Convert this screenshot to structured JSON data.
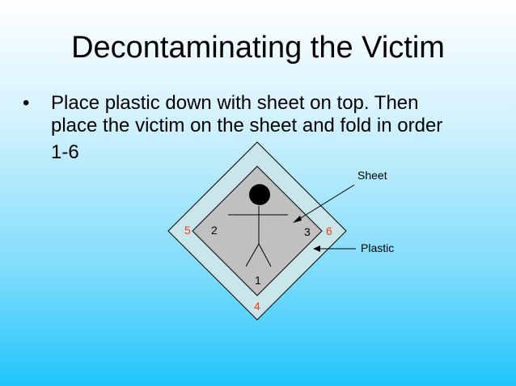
{
  "slide": {
    "title": "Decontaminating the Victim",
    "bullet_symbol": "•",
    "bullet_lines": [
      "Place plastic down with sheet on top.  Then",
      "place the victim on the sheet and fold in order",
      "1-6"
    ]
  },
  "diagram": {
    "callouts": {
      "sheet": "Sheet",
      "plastic": "Plastic"
    },
    "fold_numbers": {
      "n1": "1",
      "n2": "2",
      "n3": "3",
      "n4": "4",
      "n5": "5",
      "n6": "6"
    },
    "colors": {
      "plastic_fill": "#c9e7eb",
      "sheet_fill": "#c0c0c0",
      "outline": "#000000",
      "outer_number_color": "#e8401c",
      "inner_number_color": "#000000"
    }
  }
}
